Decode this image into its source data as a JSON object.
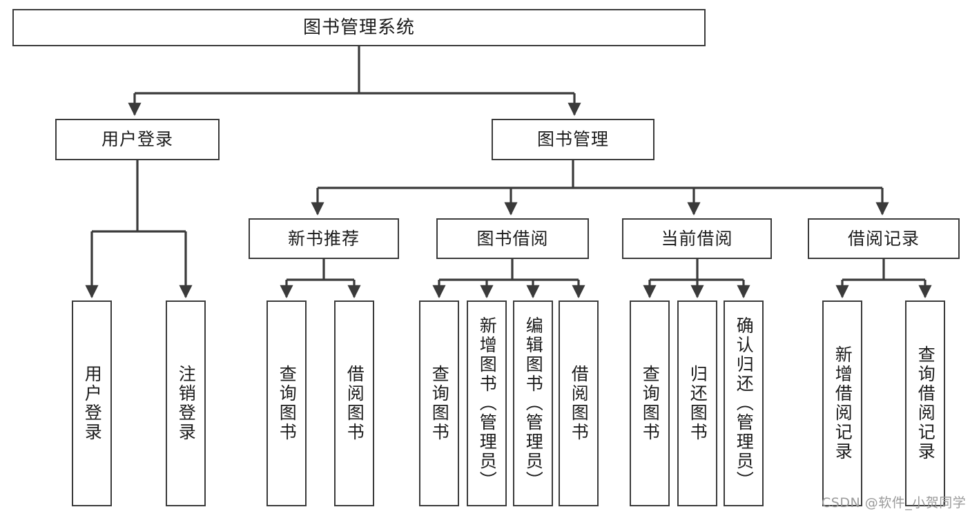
{
  "diagram": {
    "title": "图书管理系统",
    "type": "tree",
    "background_color": "#ffffff",
    "line_color": "#3a3a3a",
    "box_border_color": "#3a3a3a",
    "box_fill_color": "#ffffff",
    "text_color": "#1b1b1b"
  },
  "nodes": {
    "root": {
      "label": "图书管理系统",
      "level": 1,
      "orientation": "horizontal"
    },
    "user_login": {
      "label": "用户登录",
      "level": 2,
      "orientation": "horizontal"
    },
    "book_manage": {
      "label": "图书管理",
      "level": 2,
      "orientation": "horizontal"
    },
    "new_book_rec": {
      "label": "新书推荐",
      "level": 3,
      "orientation": "horizontal"
    },
    "book_borrow": {
      "label": "图书借阅",
      "level": 3,
      "orientation": "horizontal"
    },
    "current_borrow": {
      "label": "当前借阅",
      "level": 3,
      "orientation": "horizontal"
    },
    "borrow_record": {
      "label": "借阅记录",
      "level": 3,
      "orientation": "horizontal"
    },
    "leaf_user_login": {
      "label": "用户登录",
      "level": 4,
      "orientation": "vertical"
    },
    "leaf_logout": {
      "label": "注销登录",
      "level": 4,
      "orientation": "vertical"
    },
    "leaf_query_book_1": {
      "label": "查询图书",
      "level": 4,
      "orientation": "vertical"
    },
    "leaf_borrow_book_1": {
      "label": "借阅图书",
      "level": 4,
      "orientation": "vertical"
    },
    "leaf_query_book_2": {
      "label": "查询图书",
      "level": 4,
      "orientation": "vertical"
    },
    "leaf_add_book": {
      "label": "新增图书（管理员）",
      "level": 4,
      "orientation": "vertical"
    },
    "leaf_edit_book": {
      "label": "编辑图书（管理员）",
      "level": 4,
      "orientation": "vertical"
    },
    "leaf_borrow_book_2": {
      "label": "借阅图书",
      "level": 4,
      "orientation": "vertical"
    },
    "leaf_query_book_3": {
      "label": "查询图书",
      "level": 4,
      "orientation": "vertical"
    },
    "leaf_return_book": {
      "label": "归还图书",
      "level": 4,
      "orientation": "vertical"
    },
    "leaf_confirm_return": {
      "label": "确认归还（管理员）",
      "level": 4,
      "orientation": "vertical"
    },
    "leaf_add_record": {
      "label": "新增借阅记录",
      "level": 4,
      "orientation": "vertical"
    },
    "leaf_query_record": {
      "label": "查询借阅记录",
      "level": 4,
      "orientation": "vertical"
    }
  },
  "edges": [
    {
      "from": "root",
      "to": "user_login"
    },
    {
      "from": "root",
      "to": "book_manage"
    },
    {
      "from": "user_login",
      "to": "leaf_user_login"
    },
    {
      "from": "user_login",
      "to": "leaf_logout"
    },
    {
      "from": "book_manage",
      "to": "new_book_rec"
    },
    {
      "from": "book_manage",
      "to": "book_borrow"
    },
    {
      "from": "book_manage",
      "to": "current_borrow"
    },
    {
      "from": "book_manage",
      "to": "borrow_record"
    },
    {
      "from": "new_book_rec",
      "to": "leaf_query_book_1"
    },
    {
      "from": "new_book_rec",
      "to": "leaf_borrow_book_1"
    },
    {
      "from": "book_borrow",
      "to": "leaf_query_book_2"
    },
    {
      "from": "book_borrow",
      "to": "leaf_add_book"
    },
    {
      "from": "book_borrow",
      "to": "leaf_edit_book"
    },
    {
      "from": "book_borrow",
      "to": "leaf_borrow_book_2"
    },
    {
      "from": "current_borrow",
      "to": "leaf_query_book_3"
    },
    {
      "from": "current_borrow",
      "to": "leaf_return_book"
    },
    {
      "from": "current_borrow",
      "to": "leaf_confirm_return"
    },
    {
      "from": "borrow_record",
      "to": "leaf_add_record"
    },
    {
      "from": "borrow_record",
      "to": "leaf_query_record"
    }
  ],
  "watermark": {
    "text": "CSDN @软件_小贺同学",
    "color": "#9a9a9a"
  }
}
